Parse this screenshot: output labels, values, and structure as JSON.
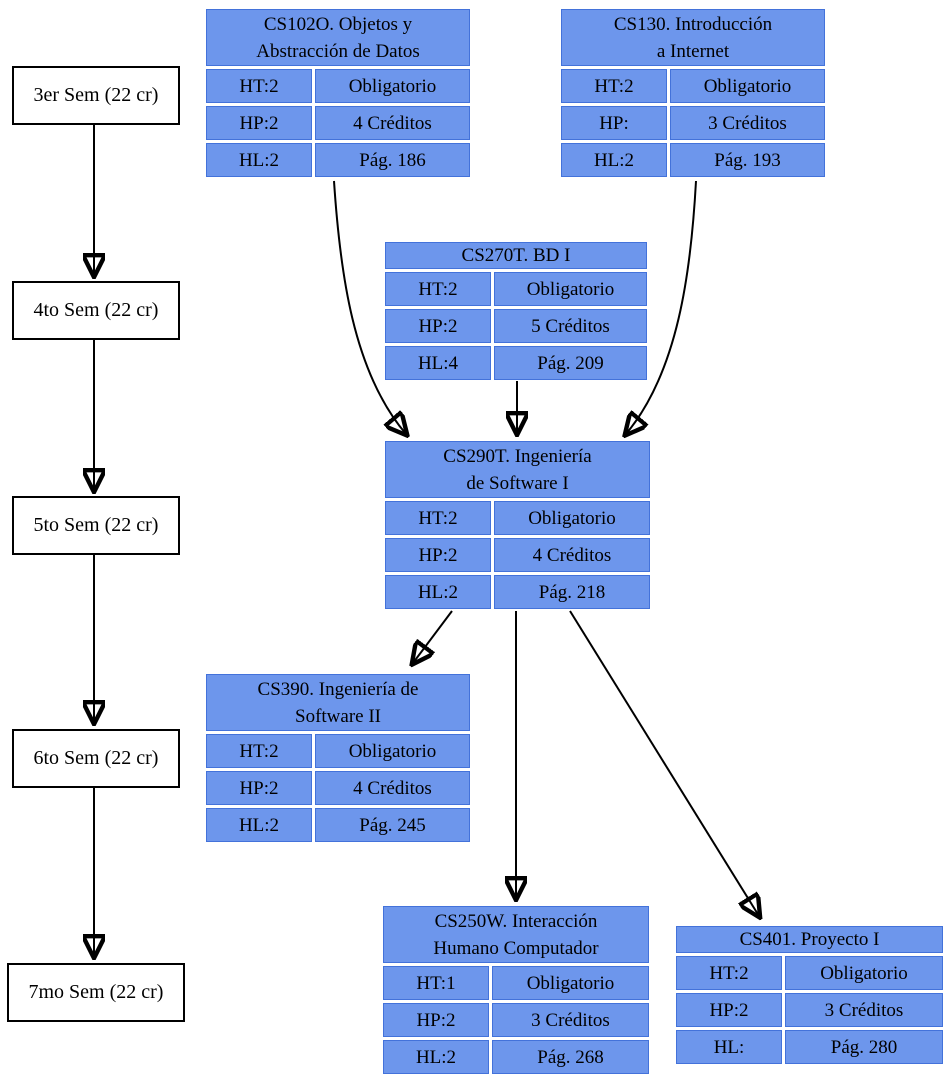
{
  "diagram": {
    "title": "Course prerequisite flow diagram",
    "colors": {
      "card_fill": "#6d96ec",
      "card_border": "#4372da",
      "semester_border": "#000000",
      "arrow": "#000000",
      "background": "#ffffff"
    }
  },
  "semesters": [
    {
      "label": "3er Sem (22 cr)"
    },
    {
      "label": "4to Sem (22 cr)"
    },
    {
      "label": "5to Sem (22 cr)"
    },
    {
      "label": "6to Sem (22 cr)"
    },
    {
      "label": "7mo Sem (22 cr)"
    }
  ],
  "courses": [
    {
      "id": "CS102O",
      "title": "CS102O. Objetos y\nAbstracción de Datos",
      "rows": [
        {
          "left": "HT:2",
          "right": "Obligatorio"
        },
        {
          "left": "HP:2",
          "right": "4 Créditos"
        },
        {
          "left": "HL:2",
          "right": "Pág. 186"
        }
      ]
    },
    {
      "id": "CS130",
      "title": "CS130. Introducción\na Internet",
      "rows": [
        {
          "left": "HT:2",
          "right": "Obligatorio"
        },
        {
          "left": "HP:",
          "right": "3 Créditos"
        },
        {
          "left": "HL:2",
          "right": "Pág. 193"
        }
      ]
    },
    {
      "id": "CS270T",
      "title": "CS270T. BD I",
      "rows": [
        {
          "left": "HT:2",
          "right": "Obligatorio"
        },
        {
          "left": "HP:2",
          "right": "5 Créditos"
        },
        {
          "left": "HL:4",
          "right": "Pág. 209"
        }
      ]
    },
    {
      "id": "CS290T",
      "title": "CS290T. Ingeniería\nde Software I",
      "rows": [
        {
          "left": "HT:2",
          "right": "Obligatorio"
        },
        {
          "left": "HP:2",
          "right": "4 Créditos"
        },
        {
          "left": "HL:2",
          "right": "Pág. 218"
        }
      ]
    },
    {
      "id": "CS390",
      "title": "CS390. Ingeniería de\nSoftware II",
      "rows": [
        {
          "left": "HT:2",
          "right": "Obligatorio"
        },
        {
          "left": "HP:2",
          "right": "4 Créditos"
        },
        {
          "left": "HL:2",
          "right": "Pág. 245"
        }
      ]
    },
    {
      "id": "CS250W",
      "title": "CS250W. Interacción\nHumano Computador",
      "rows": [
        {
          "left": "HT:1",
          "right": "Obligatorio"
        },
        {
          "left": "HP:2",
          "right": "3 Créditos"
        },
        {
          "left": "HL:2",
          "right": "Pág. 268"
        }
      ]
    },
    {
      "id": "CS401",
      "title": "CS401. Proyecto I",
      "rows": [
        {
          "left": "HT:2",
          "right": "Obligatorio"
        },
        {
          "left": "HP:2",
          "right": "3 Créditos"
        },
        {
          "left": "HL:",
          "right": "Pág. 280"
        }
      ]
    }
  ],
  "edges": [
    {
      "from": "3er Sem (22 cr)",
      "to": "4to Sem (22 cr)"
    },
    {
      "from": "4to Sem (22 cr)",
      "to": "5to Sem (22 cr)"
    },
    {
      "from": "5to Sem (22 cr)",
      "to": "6to Sem (22 cr)"
    },
    {
      "from": "6to Sem (22 cr)",
      "to": "7mo Sem (22 cr)"
    },
    {
      "from": "CS102O",
      "to": "CS290T"
    },
    {
      "from": "CS130",
      "to": "CS290T"
    },
    {
      "from": "CS270T",
      "to": "CS290T"
    },
    {
      "from": "CS290T",
      "to": "CS390"
    },
    {
      "from": "CS290T",
      "to": "CS250W"
    },
    {
      "from": "CS290T",
      "to": "CS401"
    }
  ]
}
